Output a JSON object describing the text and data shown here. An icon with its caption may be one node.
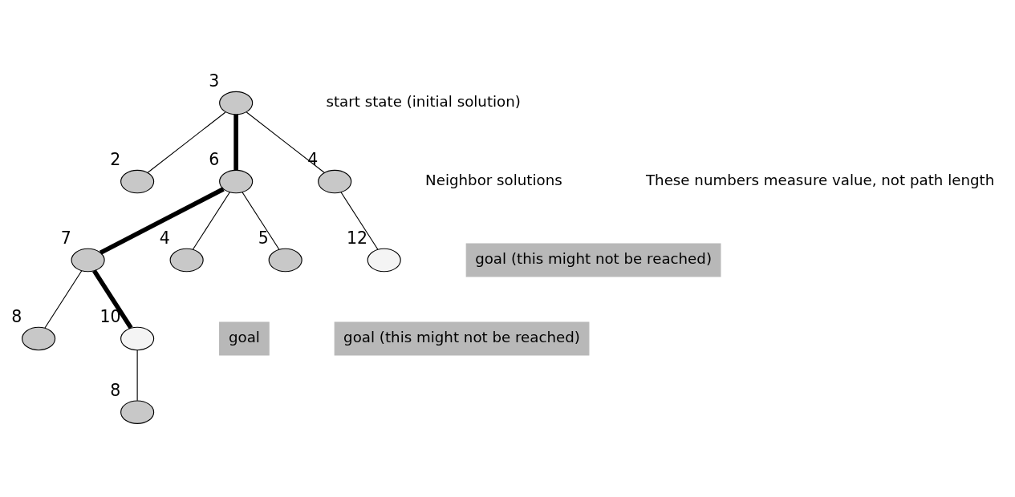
{
  "diagram": {
    "nodes": [
      {
        "text": [],
        "shape": "ellipse",
        "beside": [
          "3"
        ]
      },
      {
        "text": [],
        "shape": "ellipse",
        "beside": [
          "6"
        ]
      },
      {
        "text": [],
        "shape": "ellipse",
        "beside": [
          "2"
        ]
      },
      {
        "text": [],
        "shape": "ellipse",
        "beside": [
          "4"
        ]
      },
      {
        "text": [],
        "shape": "ellipse",
        "beside": [
          "4"
        ]
      },
      {
        "text": [],
        "shape": "ellipse",
        "beside": [
          "5"
        ]
      },
      {
        "text": [],
        "shape": "ellipse",
        "beside": [
          "7"
        ]
      },
      {
        "text": [],
        "shape": "ellipse",
        "beside": [
          "12"
        ]
      },
      {
        "text": [],
        "shape": "ellipse",
        "beside": [
          "8"
        ]
      },
      {
        "text": [],
        "shape": "ellipse",
        "beside": [
          "10"
        ]
      },
      {
        "text": [],
        "shape": "ellipse",
        "beside": [
          "8"
        ]
      },
      {
        "text": [
          "goal (this might not be reached)"
        ]
      },
      {
        "text": [
          "goal (this might not be reached)"
        ]
      },
      {
        "text": [
          "goal"
        ]
      }
    ],
    "edges": [
      {
        "from": 0,
        "to": 1,
        "arrow": "none",
        "style": "thick"
      },
      {
        "from": 0,
        "to": 2,
        "arrow": "none"
      },
      {
        "from": 0,
        "to": 3,
        "arrow": "none"
      },
      {
        "from": 1,
        "to": 4,
        "arrow": "none"
      },
      {
        "from": 1,
        "to": 5,
        "arrow": "none"
      },
      {
        "from": 1,
        "to": 6,
        "arrow": "none",
        "style": "thick"
      },
      {
        "from": 3,
        "to": 7,
        "arrow": "none"
      },
      {
        "from": 6,
        "to": 8,
        "arrow": "none"
      },
      {
        "from": 6,
        "to": 9,
        "arrow": "none",
        "style": "thick"
      },
      {
        "from": 9,
        "to": 10,
        "arrow": "none"
      }
    ],
    "labels": [
      "start state (initial solution)",
      "Neighbor solutions",
      "These numbers measure value, not path length"
    ]
  }
}
